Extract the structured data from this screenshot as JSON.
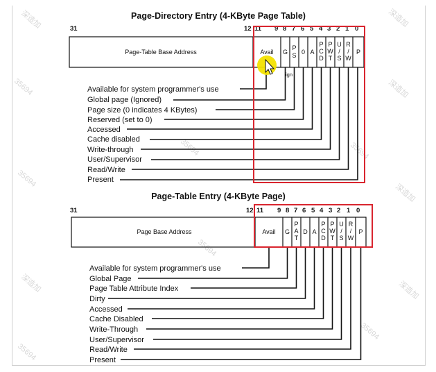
{
  "top": {
    "title": "Page-Directory Entry (4-KByte Page Table)",
    "bit_31": "31",
    "bit_12": "12",
    "bit_nums": [
      "11",
      "9",
      "8",
      "7",
      "6",
      "5",
      "4",
      "3",
      "2",
      "1",
      "0"
    ],
    "fields": {
      "base": "Page-Table Base Address",
      "avail": "Avail",
      "g": "G",
      "ps": [
        "P",
        "S"
      ],
      "zero": "0",
      "a": "A",
      "pcd": [
        "P",
        "C",
        "D"
      ],
      "pwt": [
        "P",
        "W",
        "T"
      ],
      "us": [
        "U",
        "/",
        "S"
      ],
      "rw": [
        "R",
        "/",
        "W"
      ],
      "p": "P"
    },
    "ign": "ign",
    "labels": [
      "Available for system programmer's use",
      "Global page (Ignored)",
      "Page size (0 indicates 4 KBytes)",
      "Reserved (set to 0)",
      "Accessed",
      "Cache disabled",
      "Write-through",
      "User/Supervisor",
      "Read/Write",
      "Present"
    ]
  },
  "bottom": {
    "title": "Page-Table Entry (4-KByte Page)",
    "bit_31": "31",
    "bit_12": "12",
    "bit_nums": [
      "11",
      "9",
      "8",
      "7",
      "6",
      "5",
      "4",
      "3",
      "2",
      "1",
      "0"
    ],
    "fields": {
      "base": "Page Base Address",
      "avail": "Avail",
      "g": "G",
      "pat": [
        "P",
        "A",
        "T"
      ],
      "d": "D",
      "a": "A",
      "pcd": [
        "P",
        "C",
        "D"
      ],
      "pwt": [
        "P",
        "W",
        "T"
      ],
      "us": [
        "U",
        "/",
        "S"
      ],
      "rw": [
        "R",
        "/",
        "W"
      ],
      "p": "P"
    },
    "labels": [
      "Available for system programmer's use",
      "Global Page",
      "Page Table Attribute Index",
      "Dirty",
      "Accessed",
      "Cache Disabled",
      "Write-Through",
      "User/Supervisor",
      "Read/Write",
      "Present"
    ]
  },
  "watermark": [
    "35694",
    "深造加"
  ],
  "colors": {
    "highlight": "#d9252f",
    "cursor": "#f3e200"
  }
}
